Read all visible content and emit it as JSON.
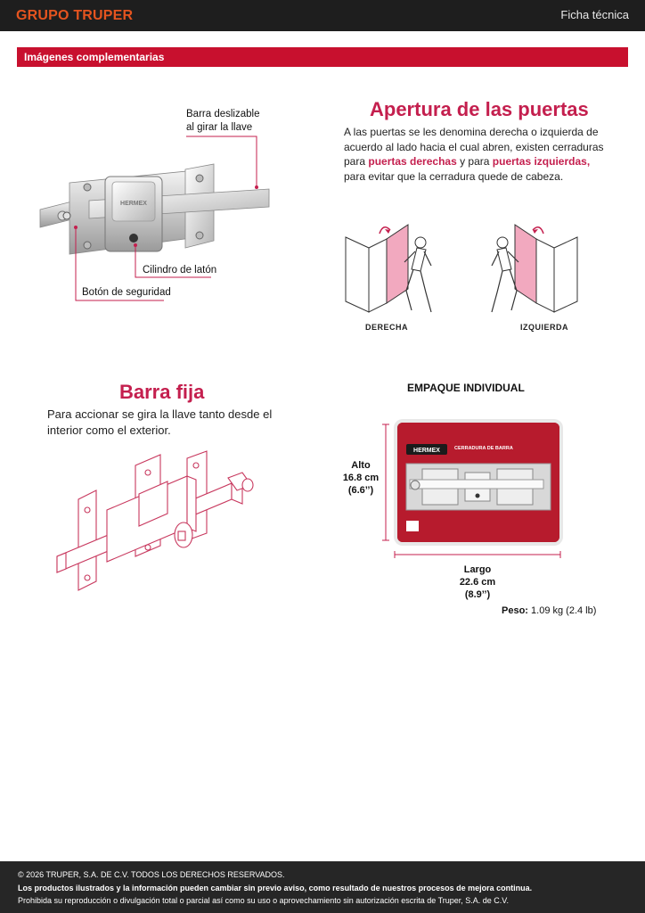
{
  "header": {
    "logo": "GRUPO TRUPER",
    "doc_type": "Ficha técnica"
  },
  "section": {
    "title": "Imágenes complementarias"
  },
  "lock": {
    "brand": "HERMEX",
    "callouts": {
      "bar_line1": "Barra deslizable",
      "bar_line2": "al girar la llave",
      "cylinder": "Cilindro de latón",
      "button": "Botón de seguridad"
    }
  },
  "opening": {
    "title": "Apertura de las puertas",
    "line1": "A las puertas se les denomina derecha o izquierda de",
    "line2": "acuerdo al lado hacia el cual abren, existen cerraduras",
    "line3_pre": "para ",
    "line3_hl1": "puertas derechas",
    "line3_mid": " y para ",
    "line3_hl2": "puertas izquierdas,",
    "line4": "para evitar que la cerradura quede de cabeza.",
    "label_right": "DERECHA",
    "label_left": "IZQUIERDA"
  },
  "fixed_bar": {
    "title": "Barra fija",
    "line1": "Para accionar se gira la llave tanto desde el",
    "line2": "interior como el exterior."
  },
  "package": {
    "title": "EMPAQUE INDIVIDUAL",
    "brand": "HERMEX",
    "product": "CERRADURA DE BARRA",
    "height_label": "Alto",
    "height_cm": "16.8 cm",
    "height_in": "(6.6’’)",
    "width_label": "Largo",
    "width_cm": "22.6 cm",
    "width_in": "(8.9’’)",
    "weight_label": "Peso:",
    "weight_value": " 1.09 kg (2.4 lb)"
  },
  "footer": {
    "line1": "© 2026 TRUPER, S.A. DE C.V. TODOS LOS DERECHOS RESERVADOS.",
    "line2": "Los productos ilustrados y la información pueden cambiar sin previo aviso, como resultado de nuestros procesos de mejora continua.",
    "line3": "Prohibida su reproducción o divulgación total o parcial así como su uso o aprovechamiento sin autorización escrita de Truper, S.A. de C.V."
  },
  "colors": {
    "brand_orange": "#e5541f",
    "accent_red": "#c8102e",
    "heading_crimson": "#c41f4e",
    "header_bg": "#1e1e1e"
  }
}
